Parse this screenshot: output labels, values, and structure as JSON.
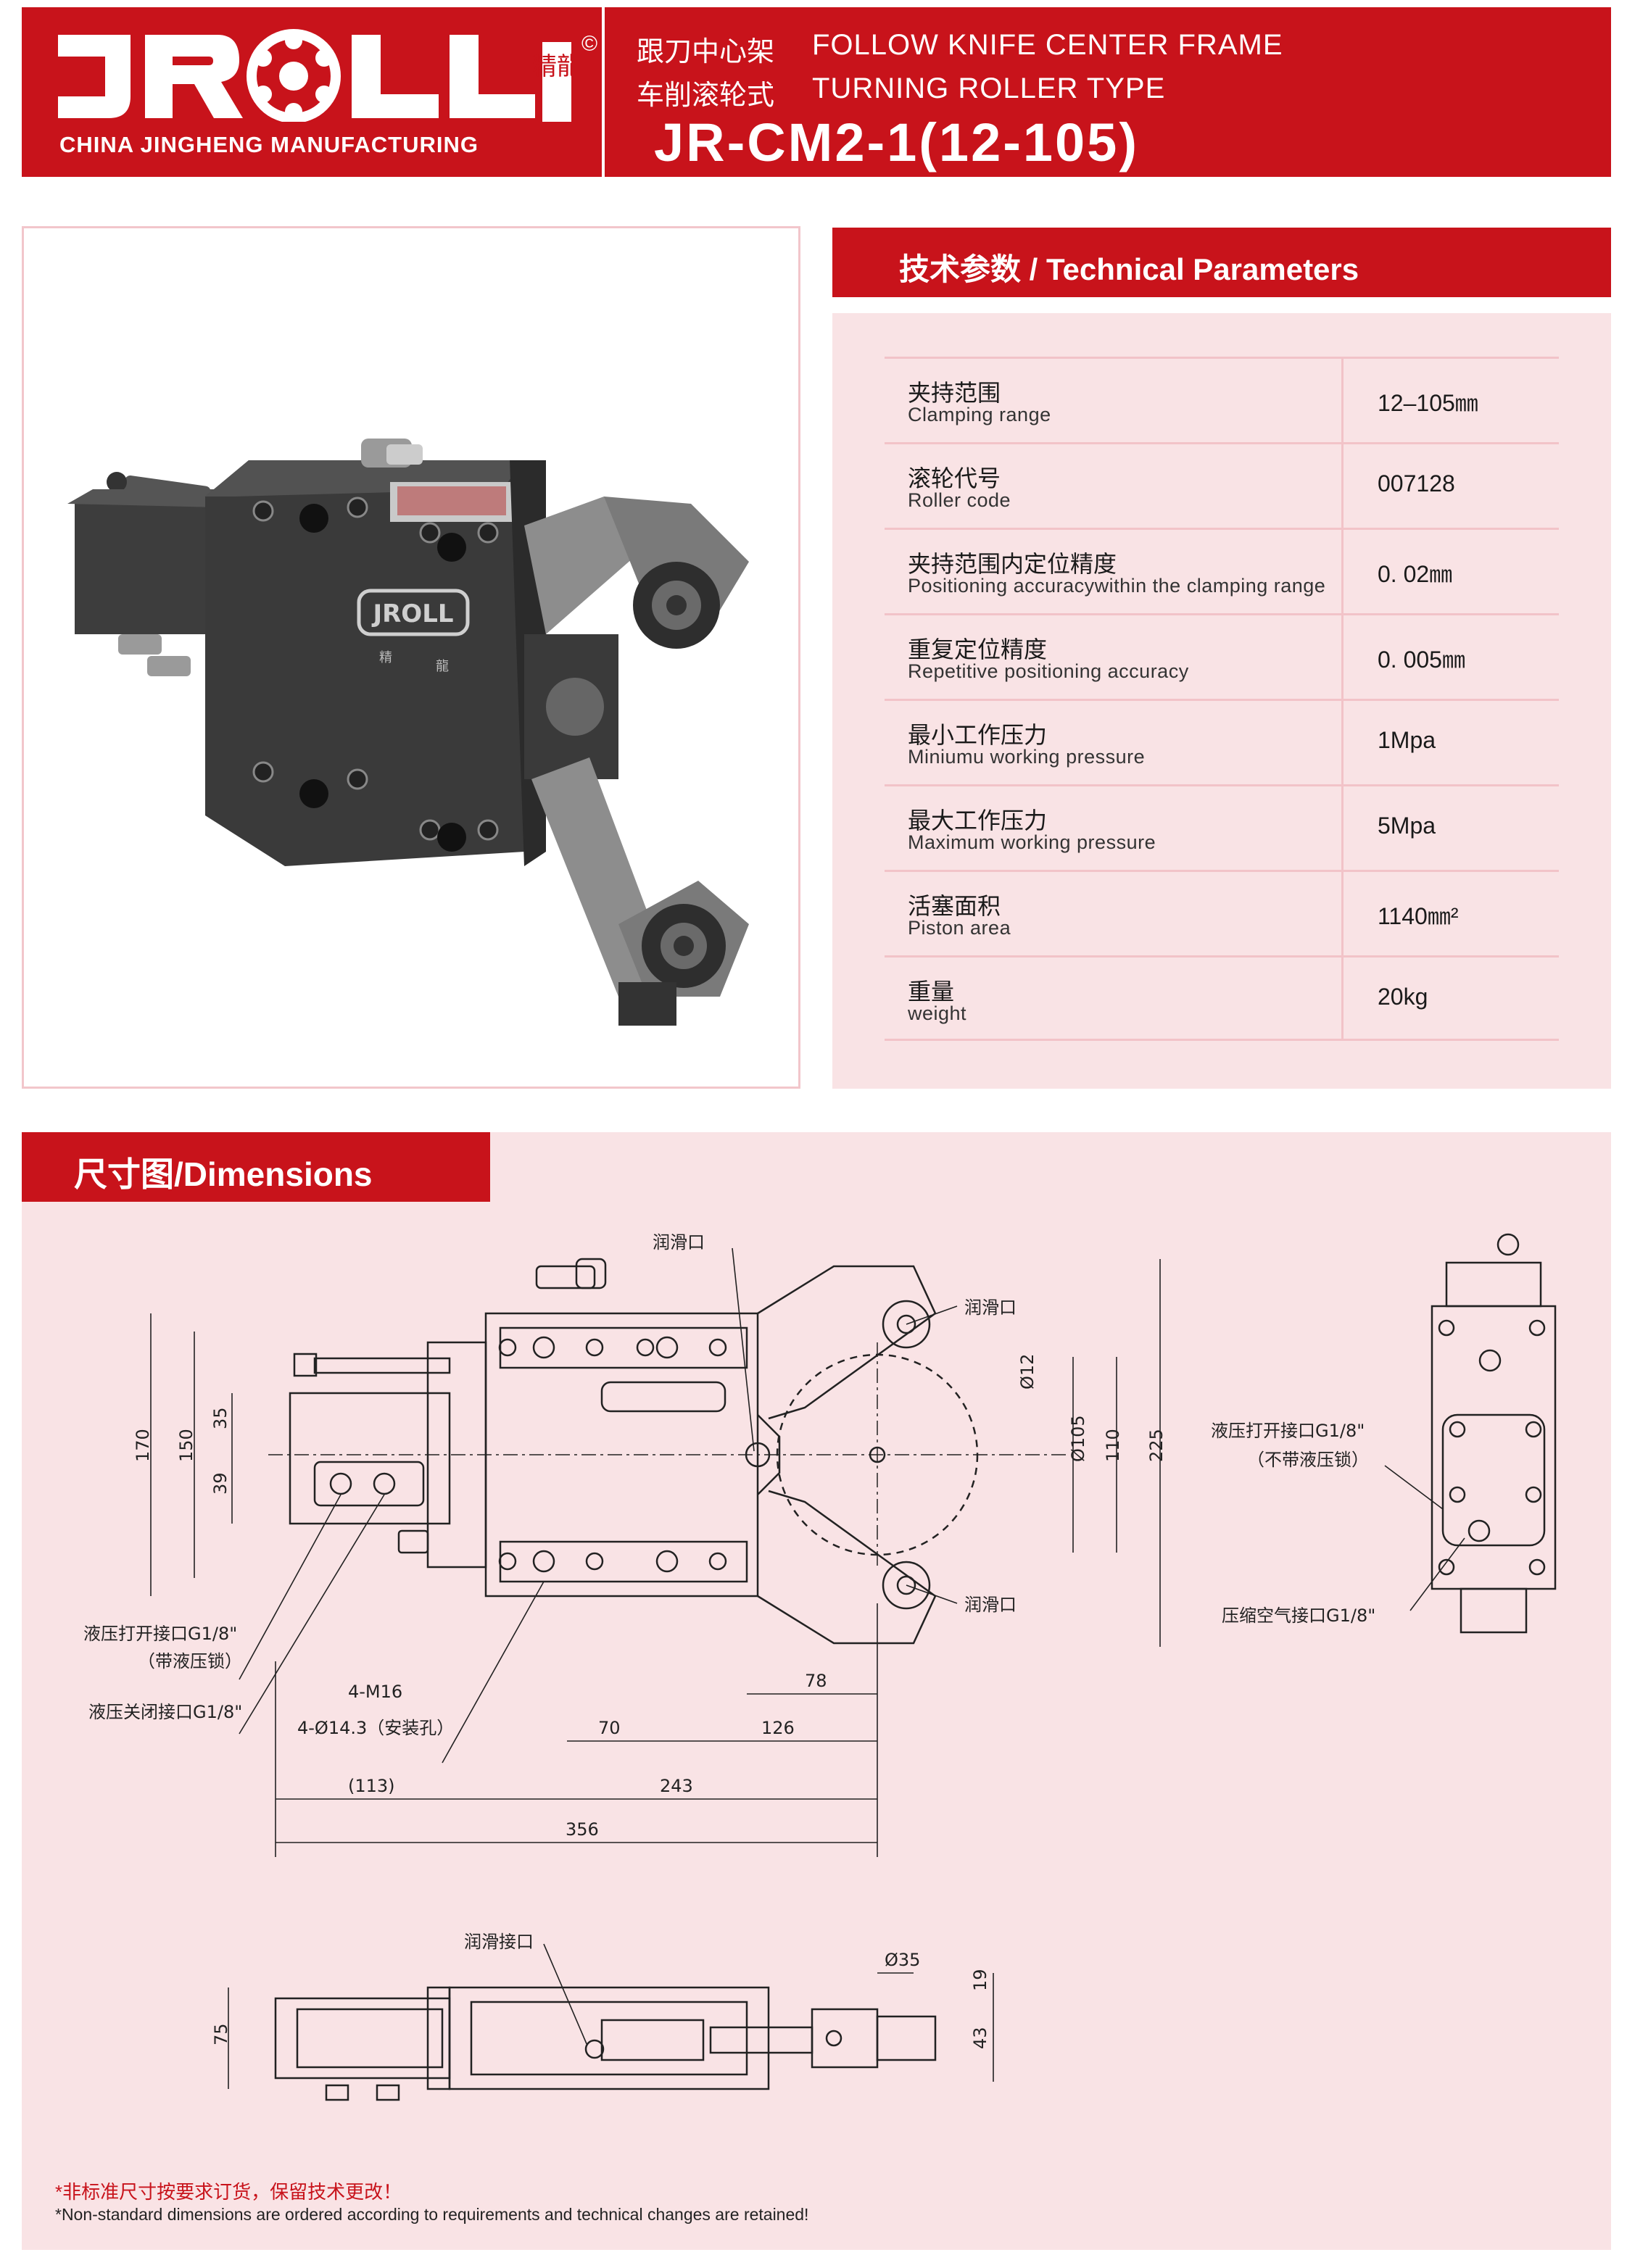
{
  "header": {
    "logo_text": "JROLL",
    "logo_cn": "精龍",
    "copyright": "©",
    "company": "CHINA JINGHENG MANUFACTURING",
    "cn_line1": "跟刀中心架",
    "cn_line2": "车削滚轮式",
    "en_line1": "FOLLOW KNIFE CENTER FRAME",
    "en_line2": "TURNING ROLLER TYPE",
    "model": "JR-CM2-1(12-105)"
  },
  "photo": {
    "badge_text": "JROLL",
    "badge_cn_left": "精",
    "badge_cn_right": "龍"
  },
  "tech": {
    "title": "技术参数 / Technical Parameters",
    "rows": [
      {
        "cn": "夹持范围",
        "en": "Clamping range",
        "value": "12–105㎜"
      },
      {
        "cn": "滚轮代号",
        "en": "Roller code",
        "value": "007128"
      },
      {
        "cn": "夹持范围内定位精度",
        "en": "Positioning accuracywithin the clamping range",
        "value": "0. 02㎜"
      },
      {
        "cn": "重复定位精度",
        "en": "Repetitive positioning accuracy",
        "value": "0. 005㎜"
      },
      {
        "cn": "最小工作压力",
        "en": "Miniumu working pressure",
        "value": "1Mpa"
      },
      {
        "cn": "最大工作压力",
        "en": "Maximum working pressure",
        "value": "5Mpa"
      },
      {
        "cn": "活塞面积",
        "en": "Piston area",
        "value": "1140㎜²"
      },
      {
        "cn": "重量",
        "en": "weight",
        "value": "20kg"
      }
    ]
  },
  "dimensions": {
    "title": "尺寸图/Dimensions",
    "labels": {
      "lube_top": "润滑口",
      "lube_right_top": "润滑口",
      "lube_right_bottom": "润滑口",
      "hyd_open": "液压打开接口G1/8\"",
      "hyd_open_note": "（带液压锁）",
      "hyd_close": "液压关闭接口G1/8\"",
      "m16": "4-M16",
      "holes": "4-Ø14.3（安装孔）",
      "side_hyd_open": "液压打开接口G1/8\"",
      "side_hyd_open_note": "（不带液压锁）",
      "side_air": "压缩空气接口G1/8\"",
      "bottom_lube": "润滑接口"
    },
    "values": {
      "d170": "170",
      "d150": "150",
      "d35": "35",
      "d39": "39",
      "d12": "Ø12",
      "d105": "Ø105",
      "d110": "110",
      "d225": "225",
      "d78": "78",
      "d70": "70",
      "d126": "126",
      "d113": "(113)",
      "d243": "243",
      "d356": "356",
      "d75": "75",
      "dphi35": "Ø35",
      "d19": "19",
      "d43": "43"
    }
  },
  "notes": {
    "cn": "*非标准尺寸按要求订货，保留技术更改！",
    "en": "*Non-standard dimensions are ordered according to requirements and technical changes are retained!"
  },
  "colors": {
    "brand_red": "#c8131b",
    "panel_pink": "#f9e3e5",
    "line_pink": "#f2c3c8"
  }
}
